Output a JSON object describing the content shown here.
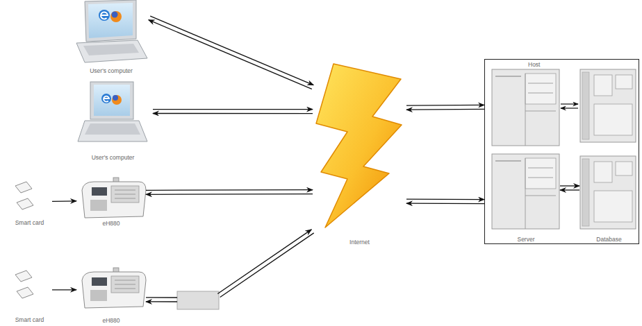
{
  "diagram": {
    "nodes": [
      {
        "text": [
          "User's computer"
        ]
      },
      {
        "text": [
          "User's computer"
        ]
      },
      {
        "text": [
          "Smart card"
        ]
      },
      {
        "text": [
          "eH880"
        ]
      },
      {
        "text": [
          "Smart card"
        ]
      },
      {
        "text": [
          "eH880"
        ]
      },
      {
        "text": [
          "Internet"
        ]
      },
      {
        "text": [
          "Host"
        ]
      },
      {
        "text": [
          "Server"
        ],
        "in": 7
      },
      {
        "text": [
          "Database"
        ],
        "in": 7
      }
    ],
    "edges": [
      {
        "from": 0,
        "to": 6,
        "arrow": "both"
      },
      {
        "from": 1,
        "to": 6,
        "arrow": "both"
      },
      {
        "from": 2,
        "to": 3,
        "arrow": "to"
      },
      {
        "from": 3,
        "to": 6,
        "arrow": "both"
      },
      {
        "from": 4,
        "to": 5,
        "arrow": "to"
      },
      {
        "from": 5,
        "to": 6,
        "arrow": "both"
      },
      {
        "from": 6,
        "to": 7,
        "arrow": "both"
      },
      {
        "from": 6,
        "to": 7,
        "arrow": "both"
      },
      {
        "from": 8,
        "to": 9,
        "arrow": "both"
      }
    ]
  }
}
